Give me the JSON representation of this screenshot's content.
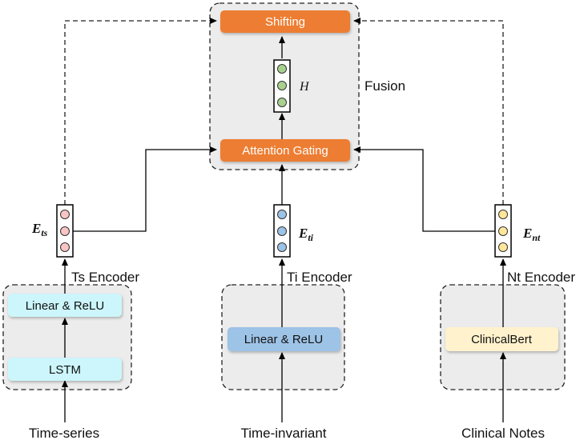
{
  "fusion": {
    "label": "Fusion",
    "shifting_label": "Shifting",
    "attention_label": "Attention Gating",
    "hidden_symbol": "H"
  },
  "embeddings": {
    "ts": {
      "main": "E",
      "sub": "ts"
    },
    "ti": {
      "main": "E",
      "sub": "ti"
    },
    "nt": {
      "main": "E",
      "sub": "nt"
    }
  },
  "encoders": {
    "ts": {
      "title": "Ts Encoder",
      "top_layer": "Linear & ReLU",
      "bottom_layer": "LSTM"
    },
    "ti": {
      "title": "Ti Encoder",
      "layer": "Linear & ReLU"
    },
    "nt": {
      "title": "Nt Encoder",
      "layer": "ClinicalBert"
    }
  },
  "inputs": {
    "ts": "Time-series",
    "ti": "Time-invariant",
    "nt": "Clinical Notes"
  },
  "colors": {
    "orange": "#ed7d31",
    "panel_gray": "#ececec",
    "hidden_green": "#a9d18e",
    "ts_pink": "#f8c4c4",
    "ti_blue": "#9dc3e6",
    "nt_yellow": "#ffe699",
    "cyan_box": "#ccf6fb",
    "blue_box": "#9dc3e6",
    "yellow_box": "#fff2cc"
  }
}
